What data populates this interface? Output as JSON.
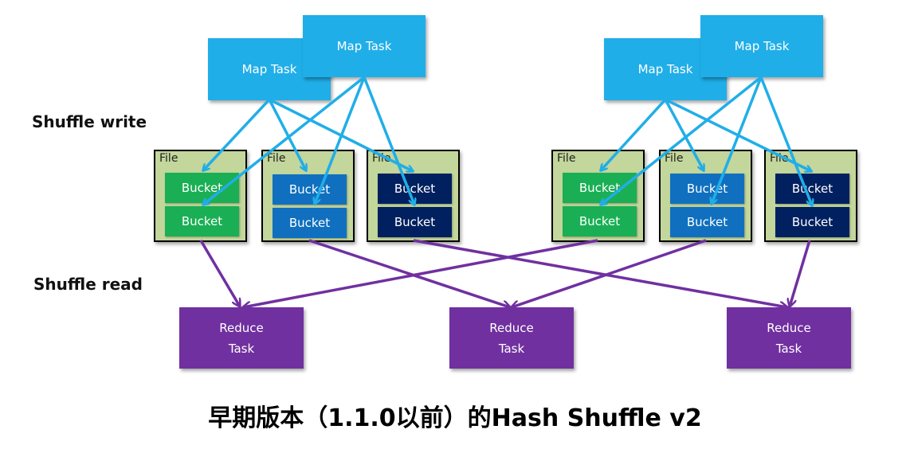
{
  "labels": {
    "shuffle_write": "Shuffle write",
    "shuffle_read": "Shuffle read"
  },
  "caption": "早期版本（1.1.0以前）的Hash Shuffle v2",
  "colors": {
    "map_task": "#20aee8",
    "file": "#c3d69b",
    "bucket_group_1": "#1aaf54",
    "bucket_group_2": "#1070bf",
    "bucket_group_3": "#002060",
    "reduce_task": "#7030a0",
    "write_arrow": "#20aee8",
    "read_arrow": "#7030a0"
  },
  "nodes": {
    "left": {
      "map_tasks": [
        "Map Task",
        "Map Task"
      ],
      "files": [
        {
          "label": "File",
          "buckets": [
            "Bucket",
            "Bucket"
          ]
        },
        {
          "label": "File",
          "buckets": [
            "Bucket",
            "Bucket"
          ]
        },
        {
          "label": "File",
          "buckets": [
            "Bucket",
            "Bucket"
          ]
        }
      ]
    },
    "right": {
      "map_tasks": [
        "Map Task",
        "Map Task"
      ],
      "files": [
        {
          "label": "File",
          "buckets": [
            "Bucket",
            "Bucket"
          ]
        },
        {
          "label": "File",
          "buckets": [
            "Bucket",
            "Bucket"
          ]
        },
        {
          "label": "File",
          "buckets": [
            "Bucket",
            "Bucket"
          ]
        }
      ]
    },
    "reduce_tasks": [
      {
        "line1": "Reduce",
        "line2": "Task"
      },
      {
        "line1": "Reduce",
        "line2": "Task"
      },
      {
        "line1": "Reduce",
        "line2": "Task"
      }
    ]
  }
}
